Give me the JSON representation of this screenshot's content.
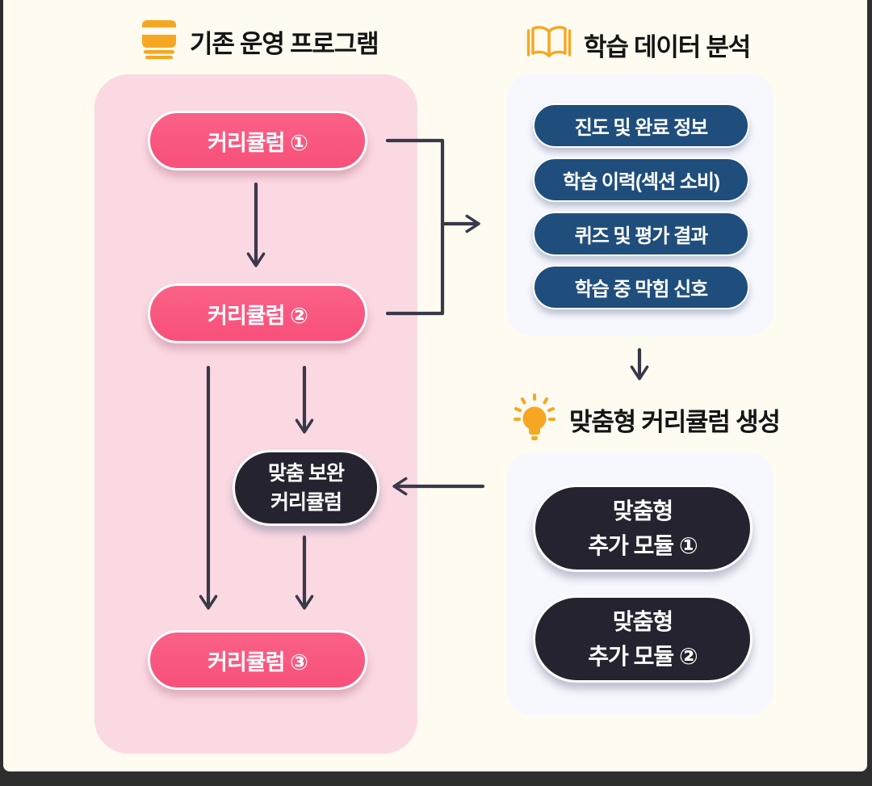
{
  "sections": {
    "existing_program": {
      "title": "기존 운영 프로그램",
      "icon": "book-icon"
    },
    "data_analysis": {
      "title": "학습 데이터 분석",
      "icon": "open-book-icon"
    },
    "custom_generation": {
      "title": "맞춤형 커리큘럼 생성",
      "icon": "lightbulb-icon"
    }
  },
  "curriculum_flow": {
    "curriculum_1": "커리큘럼 ①",
    "curriculum_2": "커리큘럼 ②",
    "curriculum_3": "커리큘럼 ③",
    "supplement": {
      "line1": "맞춤 보완",
      "line2": "커리큘럼"
    }
  },
  "analysis_items": [
    "진도 및 완료 정보",
    "학습 이력(섹션 소비)",
    "퀴즈 및 평가 결과",
    "학습 중 막힘 신호"
  ],
  "generated_modules": [
    {
      "line1": "맞춤형",
      "line2": "추가 모듈 ①"
    },
    {
      "line1": "맞춤형",
      "line2": "추가 모듈 ②"
    }
  ],
  "colors": {
    "background": "#FFFBF1",
    "frame": "#2E2E2E",
    "pink_panel": "#FBD9E3",
    "pink_pill": "#F9577F",
    "blue_pill": "#1F4E7C",
    "dark_pill": "#25232F",
    "right_panel": "#F7F8FD",
    "arrow": "#3A3949",
    "accent_orange": "#F6A722"
  }
}
